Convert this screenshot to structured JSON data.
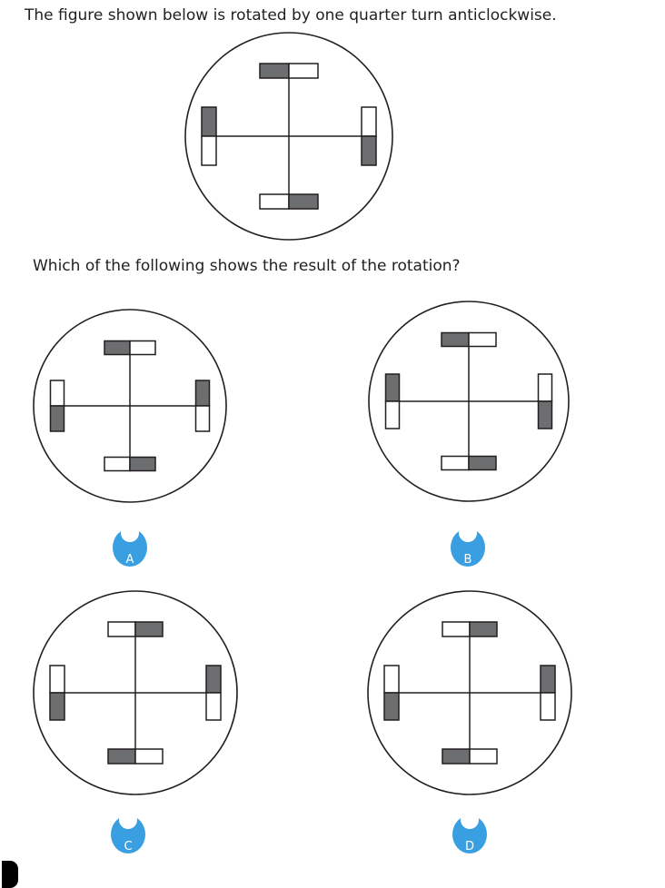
{
  "question": {
    "statement": "The figure shown below is rotated by one quarter turn anticlockwise.",
    "prompt": "Which of the following shows the result of the rotation?"
  },
  "options": [
    {
      "letter": "A"
    },
    {
      "letter": "B"
    },
    {
      "letter": "C"
    },
    {
      "letter": "D"
    }
  ],
  "colors": {
    "badge": "#3a9fe0",
    "filled_box": "#6d6e70",
    "stroke": "#231f20"
  }
}
